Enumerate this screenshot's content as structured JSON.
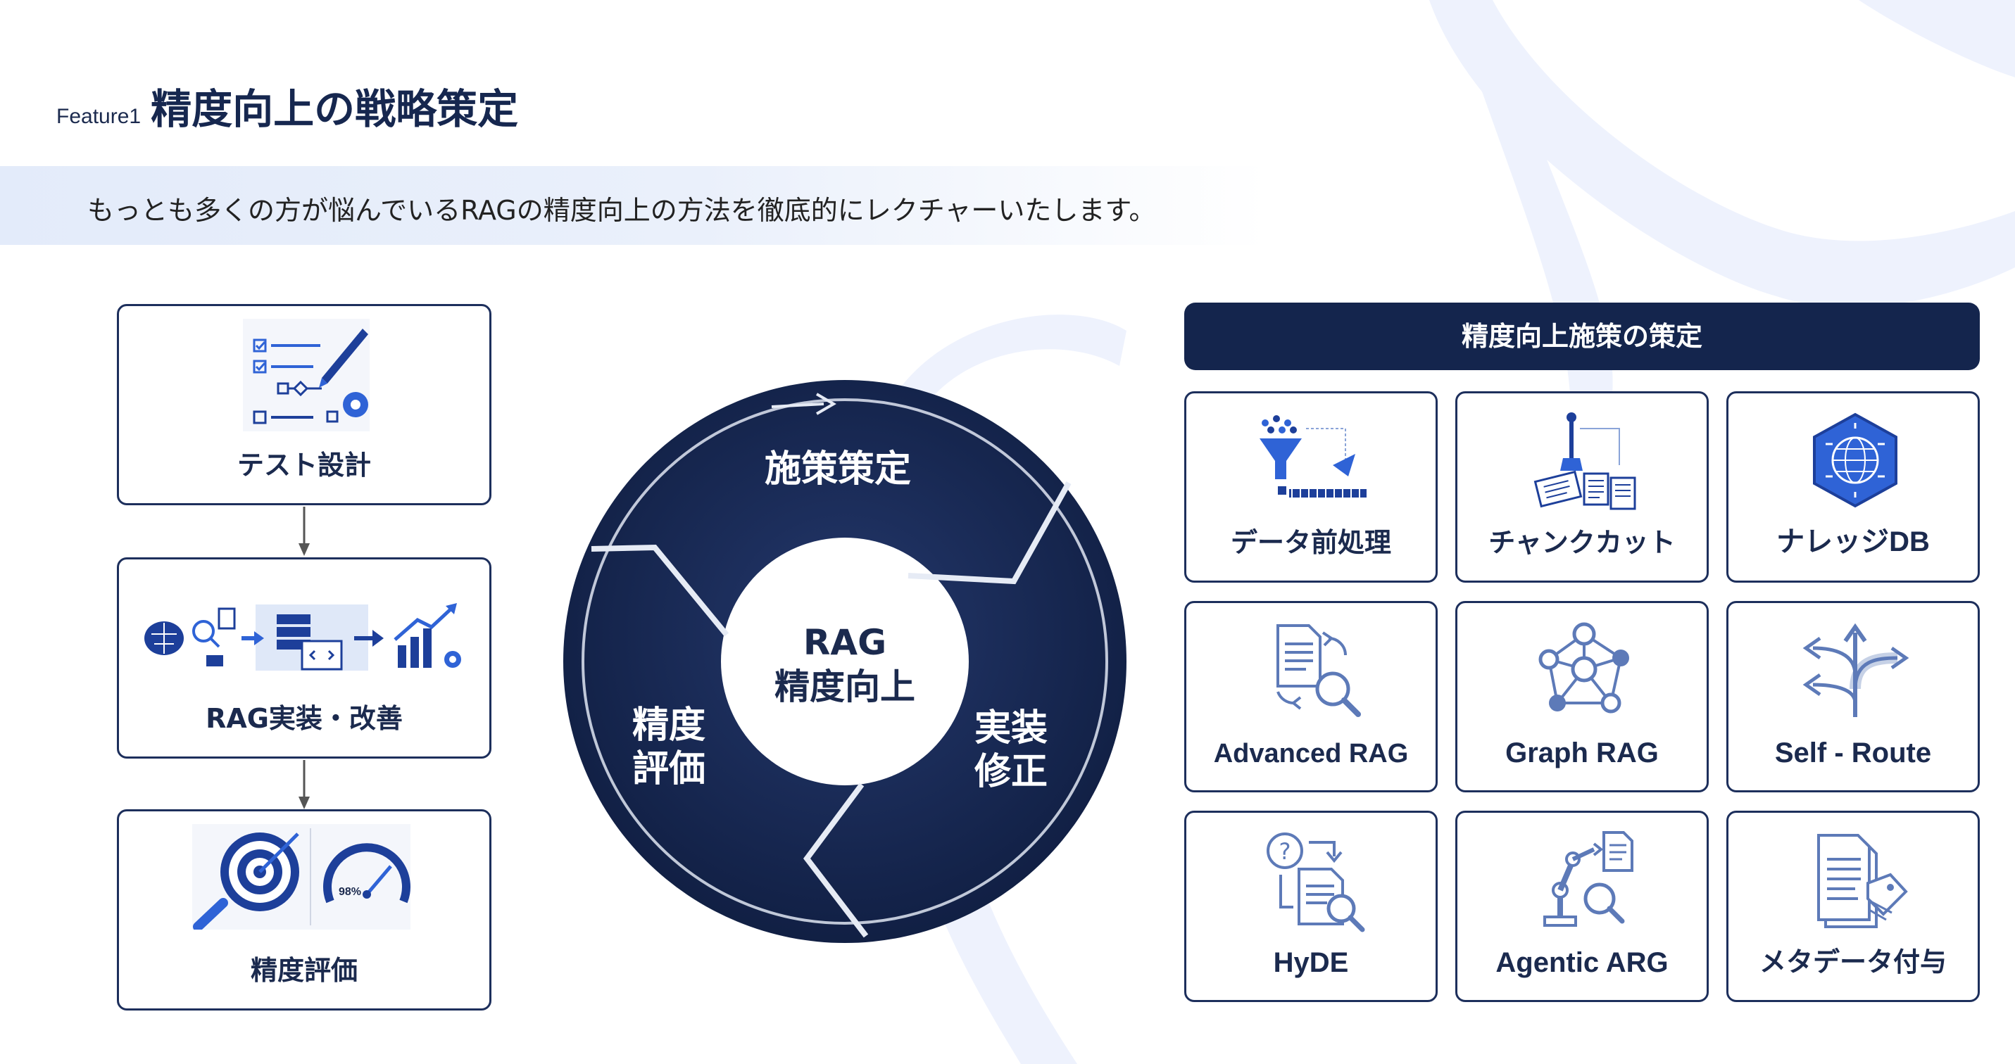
{
  "header": {
    "feature_number": "Feature1",
    "title": "精度向上の戦略策定"
  },
  "subtitle": "もっとも多くの方が悩んでいるRAGの精度向上の方法を徹底的にレクチャーいたします。",
  "process_steps": [
    {
      "label": "テスト設計",
      "icon": "test-design-icon"
    },
    {
      "label": "RAG実装・改善",
      "icon": "rag-implementation-icon"
    },
    {
      "label": "精度評価",
      "icon": "accuracy-evaluation-icon"
    }
  ],
  "gauge_value": "98%",
  "cycle": {
    "center": [
      "RAG",
      "精度向上"
    ],
    "segments": [
      {
        "label": "施策策定"
      },
      {
        "label": "実装\n修正"
      },
      {
        "label": "精度\n評価"
      }
    ]
  },
  "right_panel": {
    "title": "精度向上施策の策定",
    "items": [
      {
        "label": "データ前処理",
        "icon": "data-preprocessing-icon"
      },
      {
        "label": "チャンクカット",
        "icon": "chunk-cut-icon"
      },
      {
        "label": "ナレッジDB",
        "icon": "knowledge-db-icon"
      },
      {
        "label": "Advanced RAG",
        "icon": "advanced-rag-icon"
      },
      {
        "label": "Graph RAG",
        "icon": "graph-rag-icon"
      },
      {
        "label": "Self - Route",
        "icon": "self-route-icon"
      },
      {
        "label": "HyDE",
        "icon": "hyde-icon"
      },
      {
        "label": "Agentic ARG",
        "icon": "agentic-arg-icon"
      },
      {
        "label": "メタデータ付与",
        "icon": "metadata-icon"
      }
    ]
  },
  "colors": {
    "navy": "#14254d",
    "accent_blue": "#2f63d6",
    "subtitle_band": "#e3ebfa"
  }
}
